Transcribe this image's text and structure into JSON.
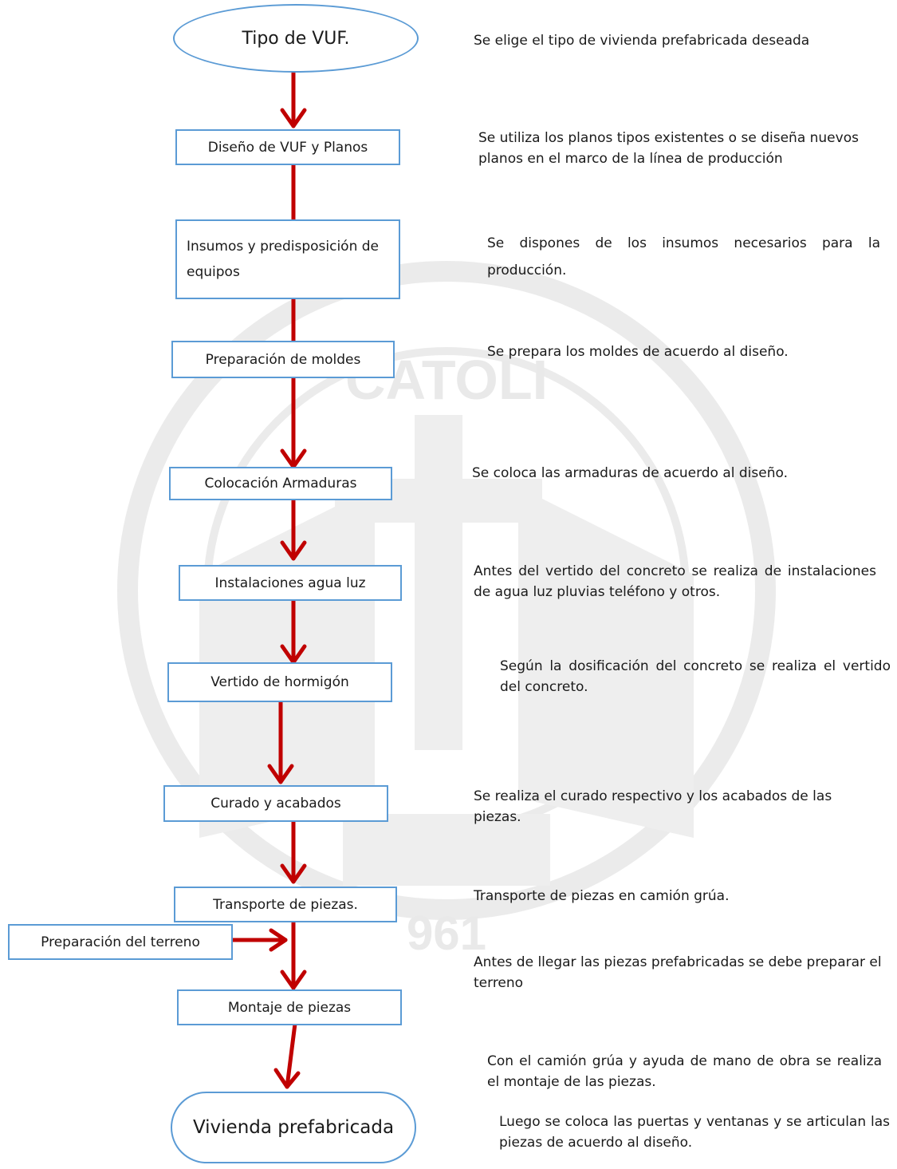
{
  "colors": {
    "arrow": "#c00000",
    "box_border": "#5b9bd5",
    "watermark": "#e6e6e6"
  },
  "watermark": {
    "seal_text": "CATOLI",
    "year": "961"
  },
  "start": {
    "label": "Tipo de VUF."
  },
  "end": {
    "label": "Vivienda prefabricada"
  },
  "side_input": {
    "label": "Preparación del terreno"
  },
  "steps": [
    {
      "label": "Diseño de VUF y Planos"
    },
    {
      "label": "Insumos y predisposición de equipos"
    },
    {
      "label": "Preparación de moldes"
    },
    {
      "label": "Colocación Armaduras"
    },
    {
      "label": "Instalaciones agua luz"
    },
    {
      "label": "Vertido de hormigón"
    },
    {
      "label": "Curado y acabados"
    },
    {
      "label": "Transporte de piezas."
    },
    {
      "label": "Montaje de piezas"
    }
  ],
  "descriptions": [
    "Se elige el tipo de vivienda prefabricada deseada",
    "Se utiliza los planos tipos existentes o se diseña nuevos planos en el marco de la línea de producción",
    "Se dispones de los insumos necesarios para la producción.",
    "Se prepara los moldes de acuerdo al diseño.",
    "Se coloca las armaduras de acuerdo al diseño.",
    "Antes del vertido del concreto se realiza de instalaciones de agua luz pluvias teléfono y otros.",
    "Según la dosificación del concreto se realiza el vertido del concreto.",
    "Se realiza el curado respectivo y los acabados de las piezas.",
    "Transporte de piezas en camión grúa.",
    "Antes de llegar las piezas prefabricadas se debe preparar el terreno",
    "Con el camión grúa y ayuda de mano de obra se realiza el montaje de las piezas.",
    "Luego se coloca las puertas y ventanas y se articulan las piezas de acuerdo al diseño."
  ]
}
